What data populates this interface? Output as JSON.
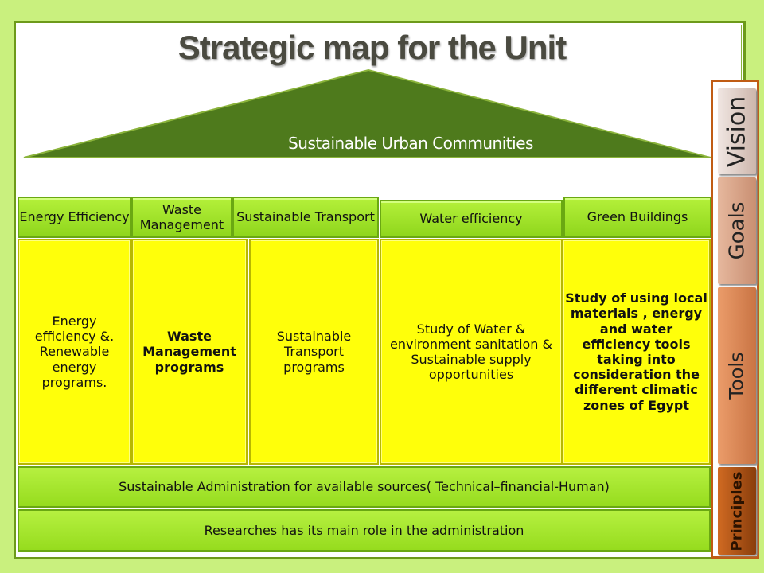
{
  "title": "Strategic map for the Unit",
  "vision": "Sustainable Urban Communities",
  "goals": [
    "Energy Efficiency",
    "Waste Management",
    "Sustainable Transport",
    "Water efficiency",
    "Green Buildings"
  ],
  "tools": [
    "Energy efficiency &. Renewable energy programs.",
    "Waste Management programs",
    "Sustainable Transport programs",
    "Study of Water & environment sanitation & Sustainable supply opportunities",
    "Study of using local materials , energy and water efficiency tools taking into consideration the different climatic zones of Egypt"
  ],
  "principles": [
    "Sustainable Administration for available sources( Technical–financial-Human)",
    "Researches has its main role in the administration"
  ],
  "side_labels": {
    "vision": "Vision",
    "goals": "Goals",
    "tools": "Tools",
    "principles": "Principles"
  },
  "colors": {
    "background": "#c9f07e",
    "roof": "#4e7a1c",
    "goal": "#a6e62c",
    "tool": "#ffff0a",
    "vision_tab": "#e0cfc8",
    "goals_tab": "#d9a58a",
    "tools_tab": "#dc8a58",
    "principles_tab": "#b4581a"
  }
}
